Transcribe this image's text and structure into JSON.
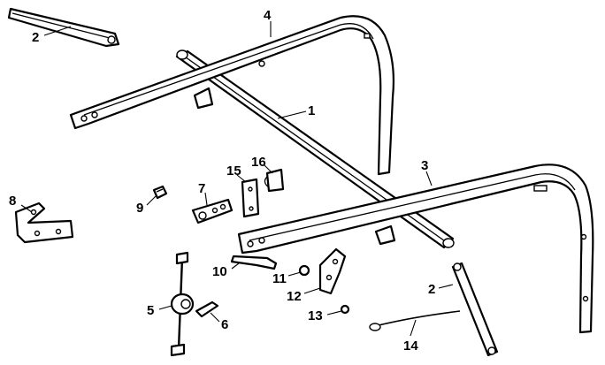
{
  "figure": {
    "callouts": [
      {
        "id": "c1",
        "text": "1"
      },
      {
        "id": "c2a",
        "text": "2"
      },
      {
        "id": "c2b",
        "text": "2"
      },
      {
        "id": "c3",
        "text": "3"
      },
      {
        "id": "c4",
        "text": "4"
      },
      {
        "id": "c5",
        "text": "5"
      },
      {
        "id": "c6",
        "text": "6"
      },
      {
        "id": "c7",
        "text": "7"
      },
      {
        "id": "c8",
        "text": "8"
      },
      {
        "id": "c9",
        "text": "9"
      },
      {
        "id": "c10",
        "text": "10"
      },
      {
        "id": "c11",
        "text": "11"
      },
      {
        "id": "c12",
        "text": "12"
      },
      {
        "id": "c13",
        "text": "13"
      },
      {
        "id": "c14",
        "text": "14"
      },
      {
        "id": "c15",
        "text": "15"
      },
      {
        "id": "c16",
        "text": "16"
      }
    ]
  }
}
